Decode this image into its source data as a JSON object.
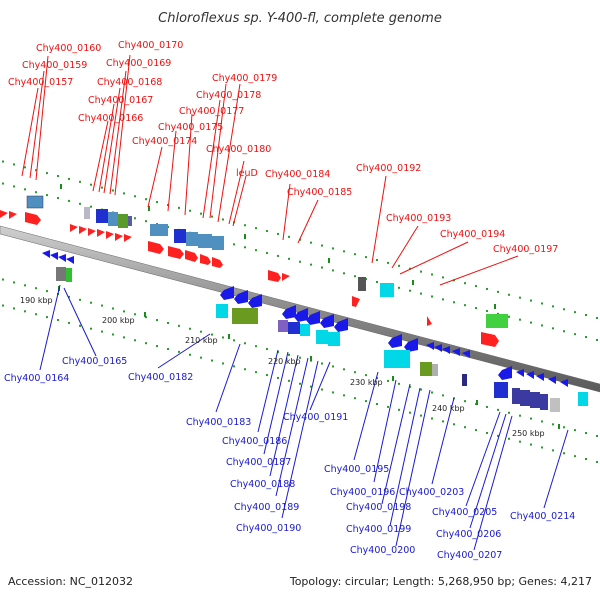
{
  "title": "Chloroflexus sp. Y-400-fl, complete genome",
  "footer": {
    "accession": "Accession: NC_012032",
    "summary": "Topology: circular; Length: 5,268,950 bp; Genes: 4,217"
  },
  "kbp_labels": [
    "190 kbp",
    "200 kbp",
    "210 kbp",
    "220 kbp",
    "230 kbp",
    "240 kbp",
    "250 kbp"
  ],
  "top_labels": [
    "Chy400_0160",
    "Chy400_0170",
    "Chy400_0159",
    "Chy400_0169",
    "Chy400_0157",
    "Chy400_0168",
    "Chy400_0179",
    "Chy400_0167",
    "Chy400_0178",
    "Chy400_0166",
    "Chy400_0177",
    "Chy400_0175",
    "Chy400_0174",
    "Chy400_0180",
    "leuD",
    "Chy400_0184",
    "Chy400_0192",
    "Chy400_0185",
    "Chy400_0193",
    "Chy400_0194",
    "Chy400_0197"
  ],
  "bottom_labels": [
    "Chy400_0165",
    "Chy400_0164",
    "Chy400_0182",
    "Chy400_0183",
    "Chy400_0191",
    "Chy400_0186",
    "Chy400_0187",
    "Chy400_0188",
    "Chy400_0189",
    "Chy400_0190",
    "Chy400_0195",
    "Chy400_0196",
    "Chy400_0203",
    "Chy400_0198",
    "Chy400_0199",
    "Chy400_0200",
    "Chy400_0205",
    "Chy400_0214",
    "Chy400_0206",
    "Chy400_0207"
  ],
  "colors": {
    "forward_label": "#ee1111",
    "reverse_label": "#1a1ad0",
    "backbone": "#8a8a8a",
    "tick": "#1d8a1d"
  }
}
